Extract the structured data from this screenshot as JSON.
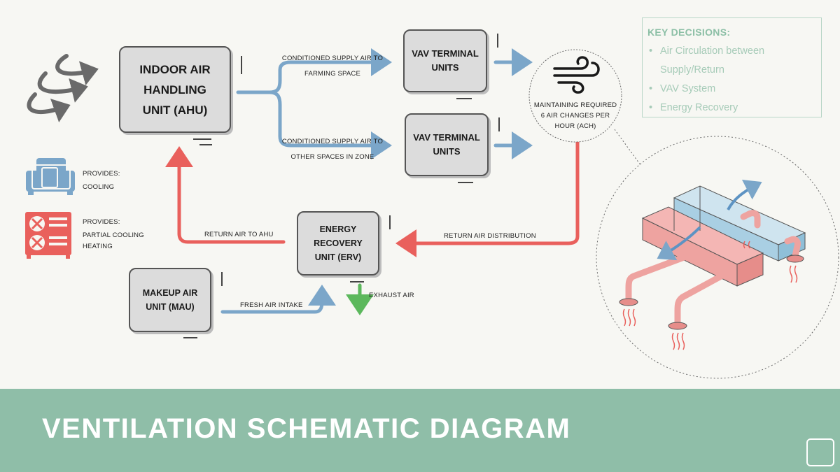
{
  "boxes": {
    "ahu": "INDOOR AIR HANDLING UNIT (AHU)",
    "vav1": "VAV TERMINAL UNITS",
    "vav2": "VAV TERMINAL UNITS",
    "erv": "ENERGY RECOVERY UNIT (ERV)",
    "mau": "MAKEUP AIR UNIT (MAU)"
  },
  "labels": {
    "supply_farming": "CONDITIONED SUPPLY AIR TO FARMING SPACE",
    "supply_other": "CONDITIONED SUPPLY AIR TO OTHER SPACES IN ZONE",
    "return_ahu": "RETURN AIR TO AHU",
    "return_dist": "RETURN AIR DISTRIBUTION",
    "fresh_intake": "FRESH AIR INTAKE",
    "exhaust": "EXHAUST AIR",
    "ach": "MAINTAINING REQUIRED 6 AIR CHANGES PER HOUR (ACH)"
  },
  "legend": {
    "cooling_provides": "PROVIDES:",
    "cooling_value": "COOLING",
    "heating_provides": "PROVIDES:",
    "heating_value1": "PARTIAL COOLING",
    "heating_value2": "HEATING"
  },
  "key_decisions": {
    "title": "KEY DECISIONS:",
    "items": [
      "Air Circulation between Supply/Return",
      "VAV System",
      "Energy Recovery"
    ]
  },
  "footer": {
    "title": "VENTILATION SCHEMATIC DIAGRAM"
  },
  "colors": {
    "supply": "#7ba6c9",
    "return": "#e9605c",
    "exhaust": "#5cb85c",
    "accent": "#8fbea8"
  }
}
